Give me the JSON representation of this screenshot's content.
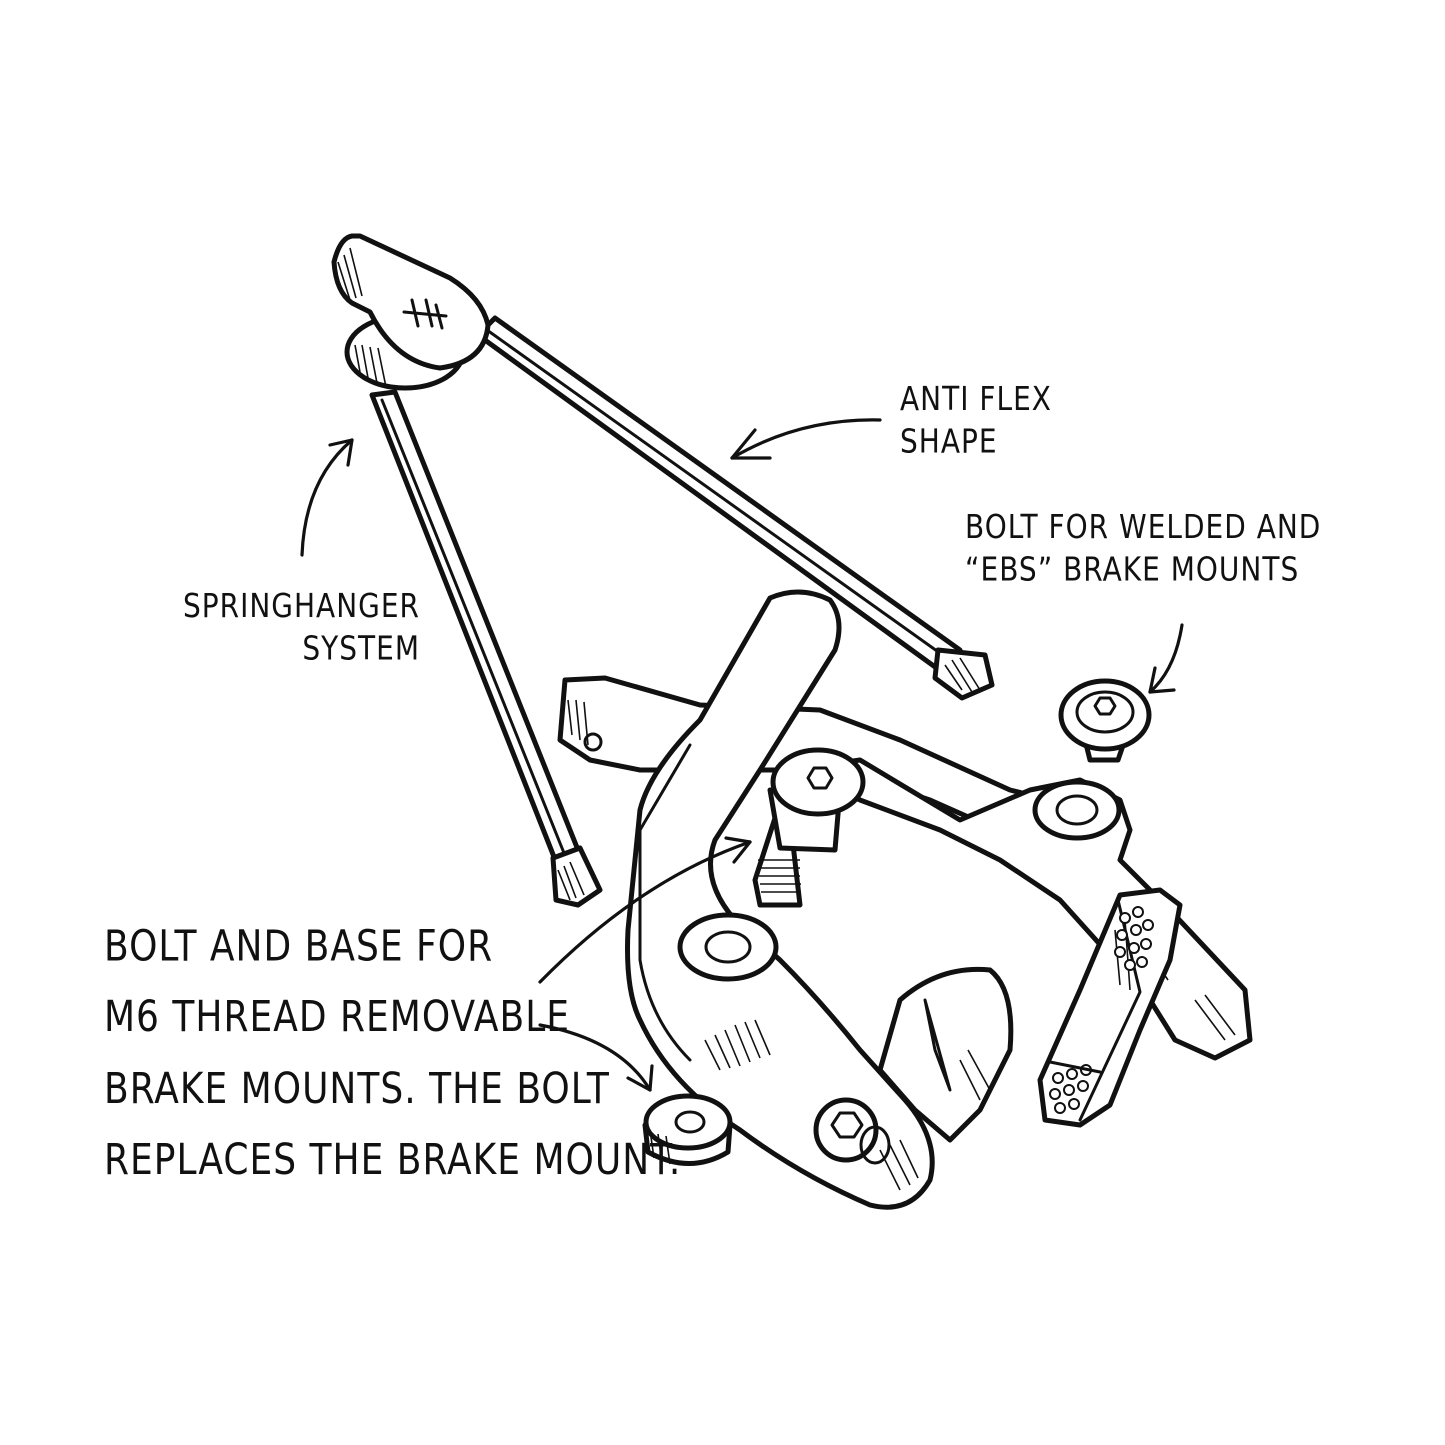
{
  "labels": {
    "anti_flex": [
      "ANTI FLEX",
      "SHAPE"
    ],
    "springhanger": [
      "SPRINGHANGER",
      "SYSTEM"
    ],
    "bolt_welded": [
      "BOLT FOR WELDED AND",
      "“EBS” BRAKE MOUNTS"
    ],
    "bolt_base": [
      "BOLT AND BASE FOR",
      "M6 THREAD REMOVABLE",
      "BRAKE MOUNTS. THE BOLT",
      "REPLACES THE BRAKE MOUNT."
    ]
  },
  "colors": {
    "ink": "#111111",
    "paper": "#ffffff"
  },
  "icons": [
    "springhanger-logo-icon",
    "hex-socket-icon"
  ]
}
